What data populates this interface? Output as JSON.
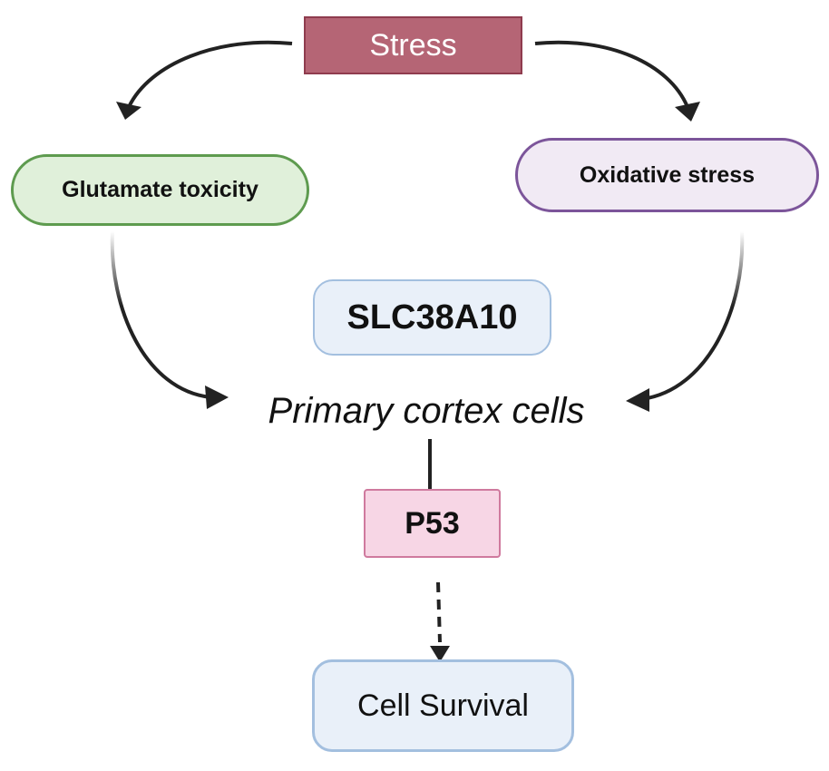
{
  "nodes": {
    "stress": "Stress",
    "glutamate_toxicity": "Glutamate toxicity",
    "oxidative_stress": "Oxidative stress",
    "slc38a10": "SLC38A10",
    "primary_cortex_cells": "Primary cortex cells",
    "p53": "P53",
    "cell_survival": "Cell Survival"
  },
  "colors": {
    "stress_fill": "#b56575",
    "glutamate_fill": "#e0f0da",
    "glutamate_border": "#5e9b4f",
    "oxidative_fill": "#f1eaf4",
    "oxidative_border": "#7c559a",
    "slc_fill": "#e9f0f9",
    "p53_fill": "#f7d6e5",
    "arrow": "#222222"
  },
  "edges": [
    {
      "from": "stress",
      "to": "glutamate_toxicity",
      "style": "solid-arrow"
    },
    {
      "from": "stress",
      "to": "oxidative_stress",
      "style": "solid-arrow"
    },
    {
      "from": "glutamate_toxicity",
      "to": "primary_cortex_cells",
      "style": "gradient-arrow"
    },
    {
      "from": "oxidative_stress",
      "to": "primary_cortex_cells",
      "style": "gradient-arrow"
    },
    {
      "from": "primary_cortex_cells",
      "to": "p53",
      "style": "inhibition"
    },
    {
      "from": "p53",
      "to": "cell_survival",
      "style": "dashed-arrow"
    }
  ]
}
